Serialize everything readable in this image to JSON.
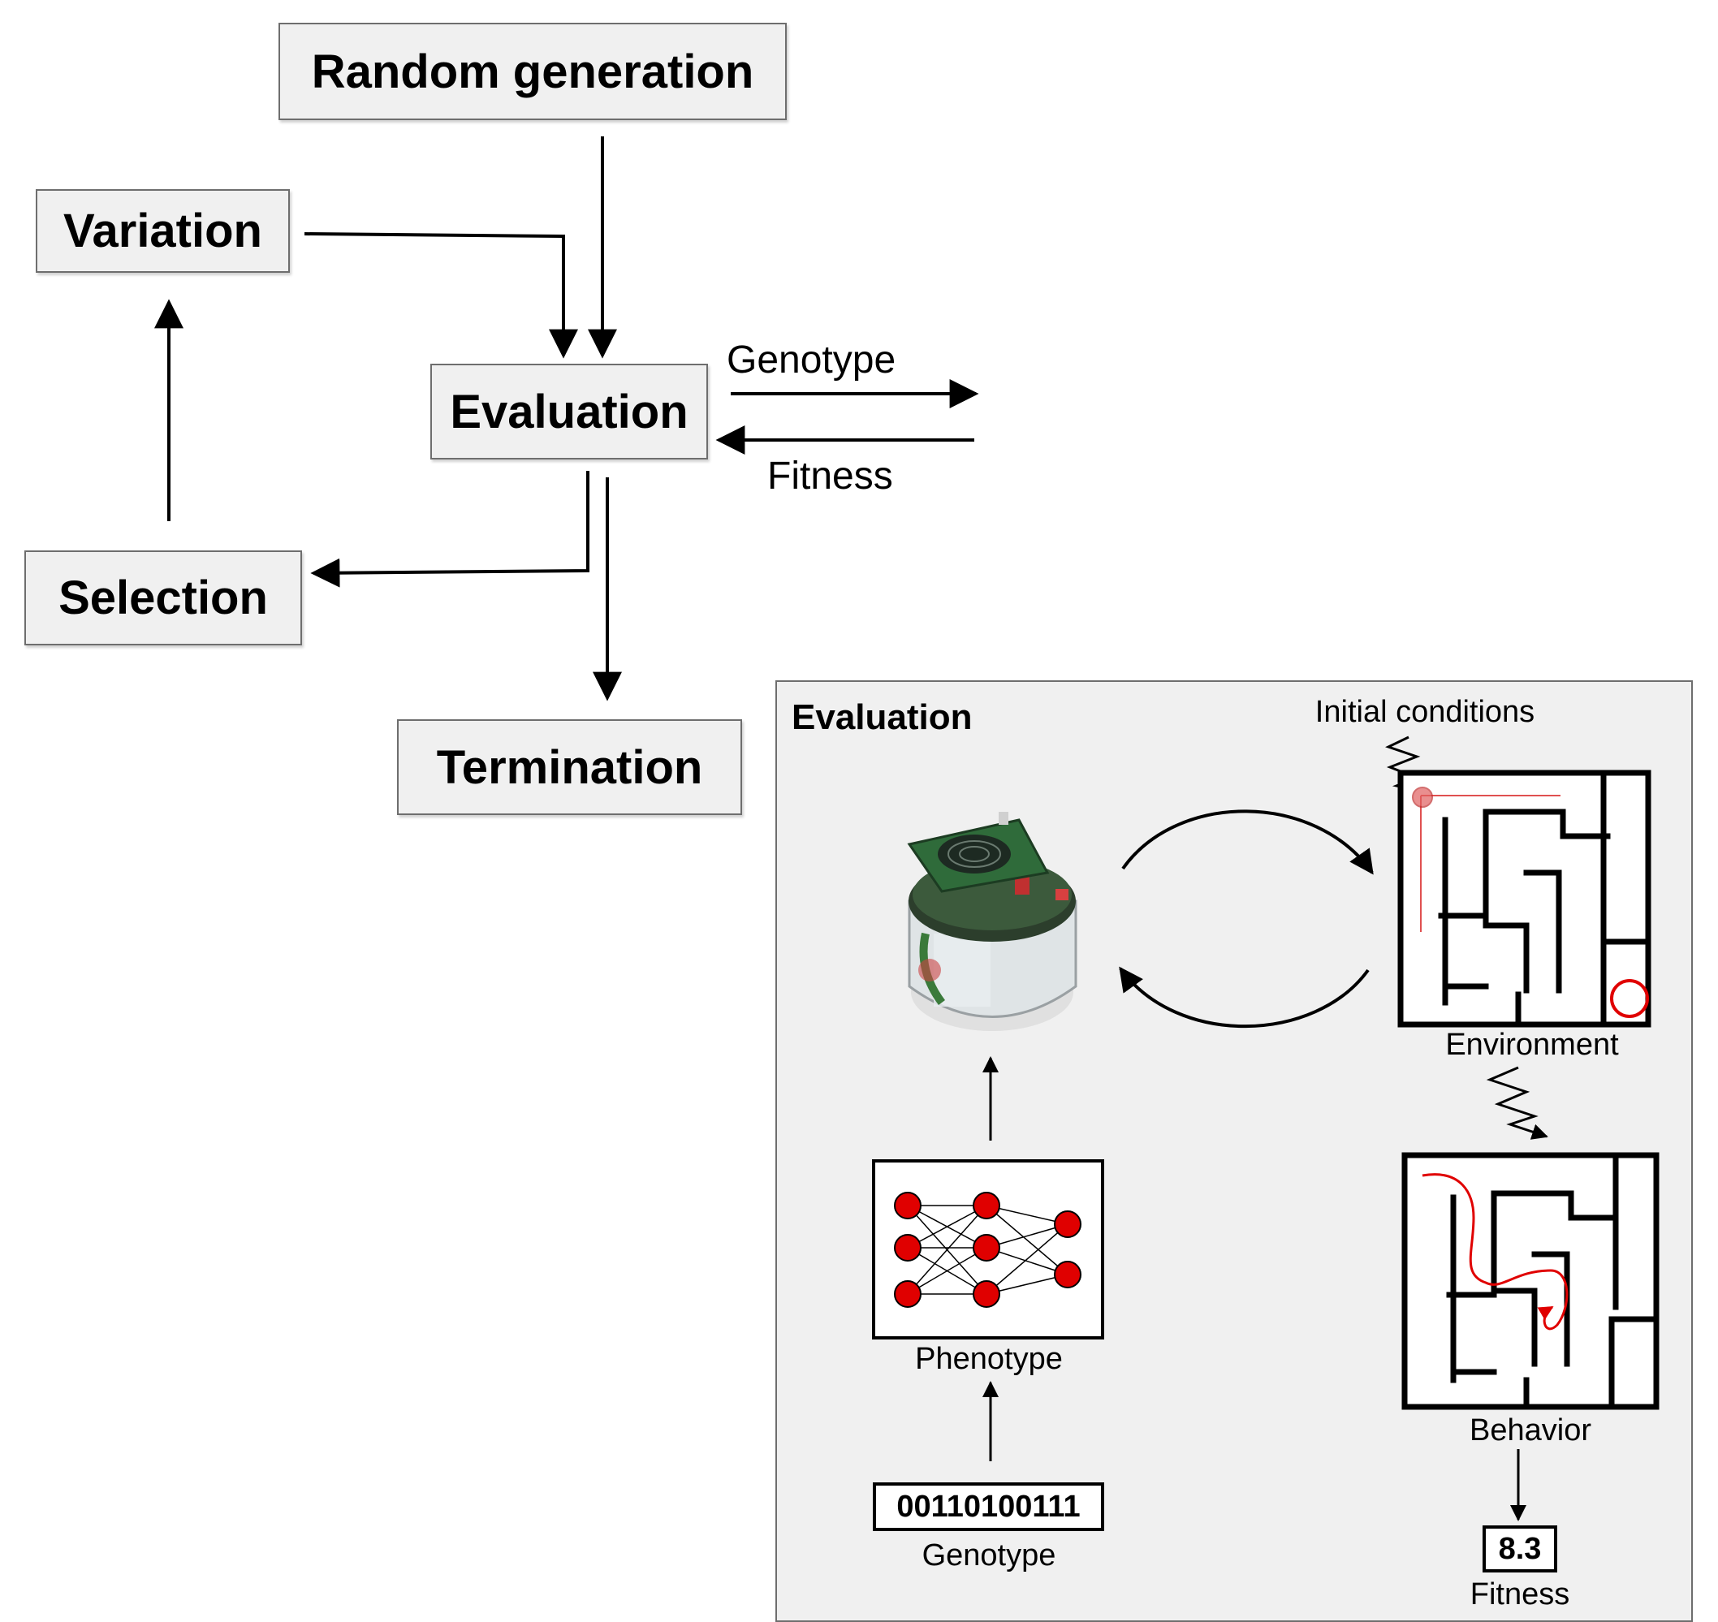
{
  "boxes": {
    "random_generation": "Random generation",
    "variation": "Variation",
    "evaluation": "Evaluation",
    "selection": "Selection",
    "termination": "Termination"
  },
  "edge_labels": {
    "genotype": "Genotype",
    "fitness": "Fitness"
  },
  "evaluation_panel": {
    "title": "Evaluation",
    "initial_conditions": "Initial conditions",
    "environment": "Environment",
    "behavior": "Behavior",
    "phenotype": "Phenotype",
    "genotype_label": "Genotype",
    "genotype_value": "00110100111",
    "fitness_label": "Fitness",
    "fitness_value": "8.3"
  },
  "colors": {
    "node": "#e00000",
    "trajectory": "#e00000",
    "box_fill": "#f0f0f0",
    "box_border": "#6e6e6e"
  }
}
